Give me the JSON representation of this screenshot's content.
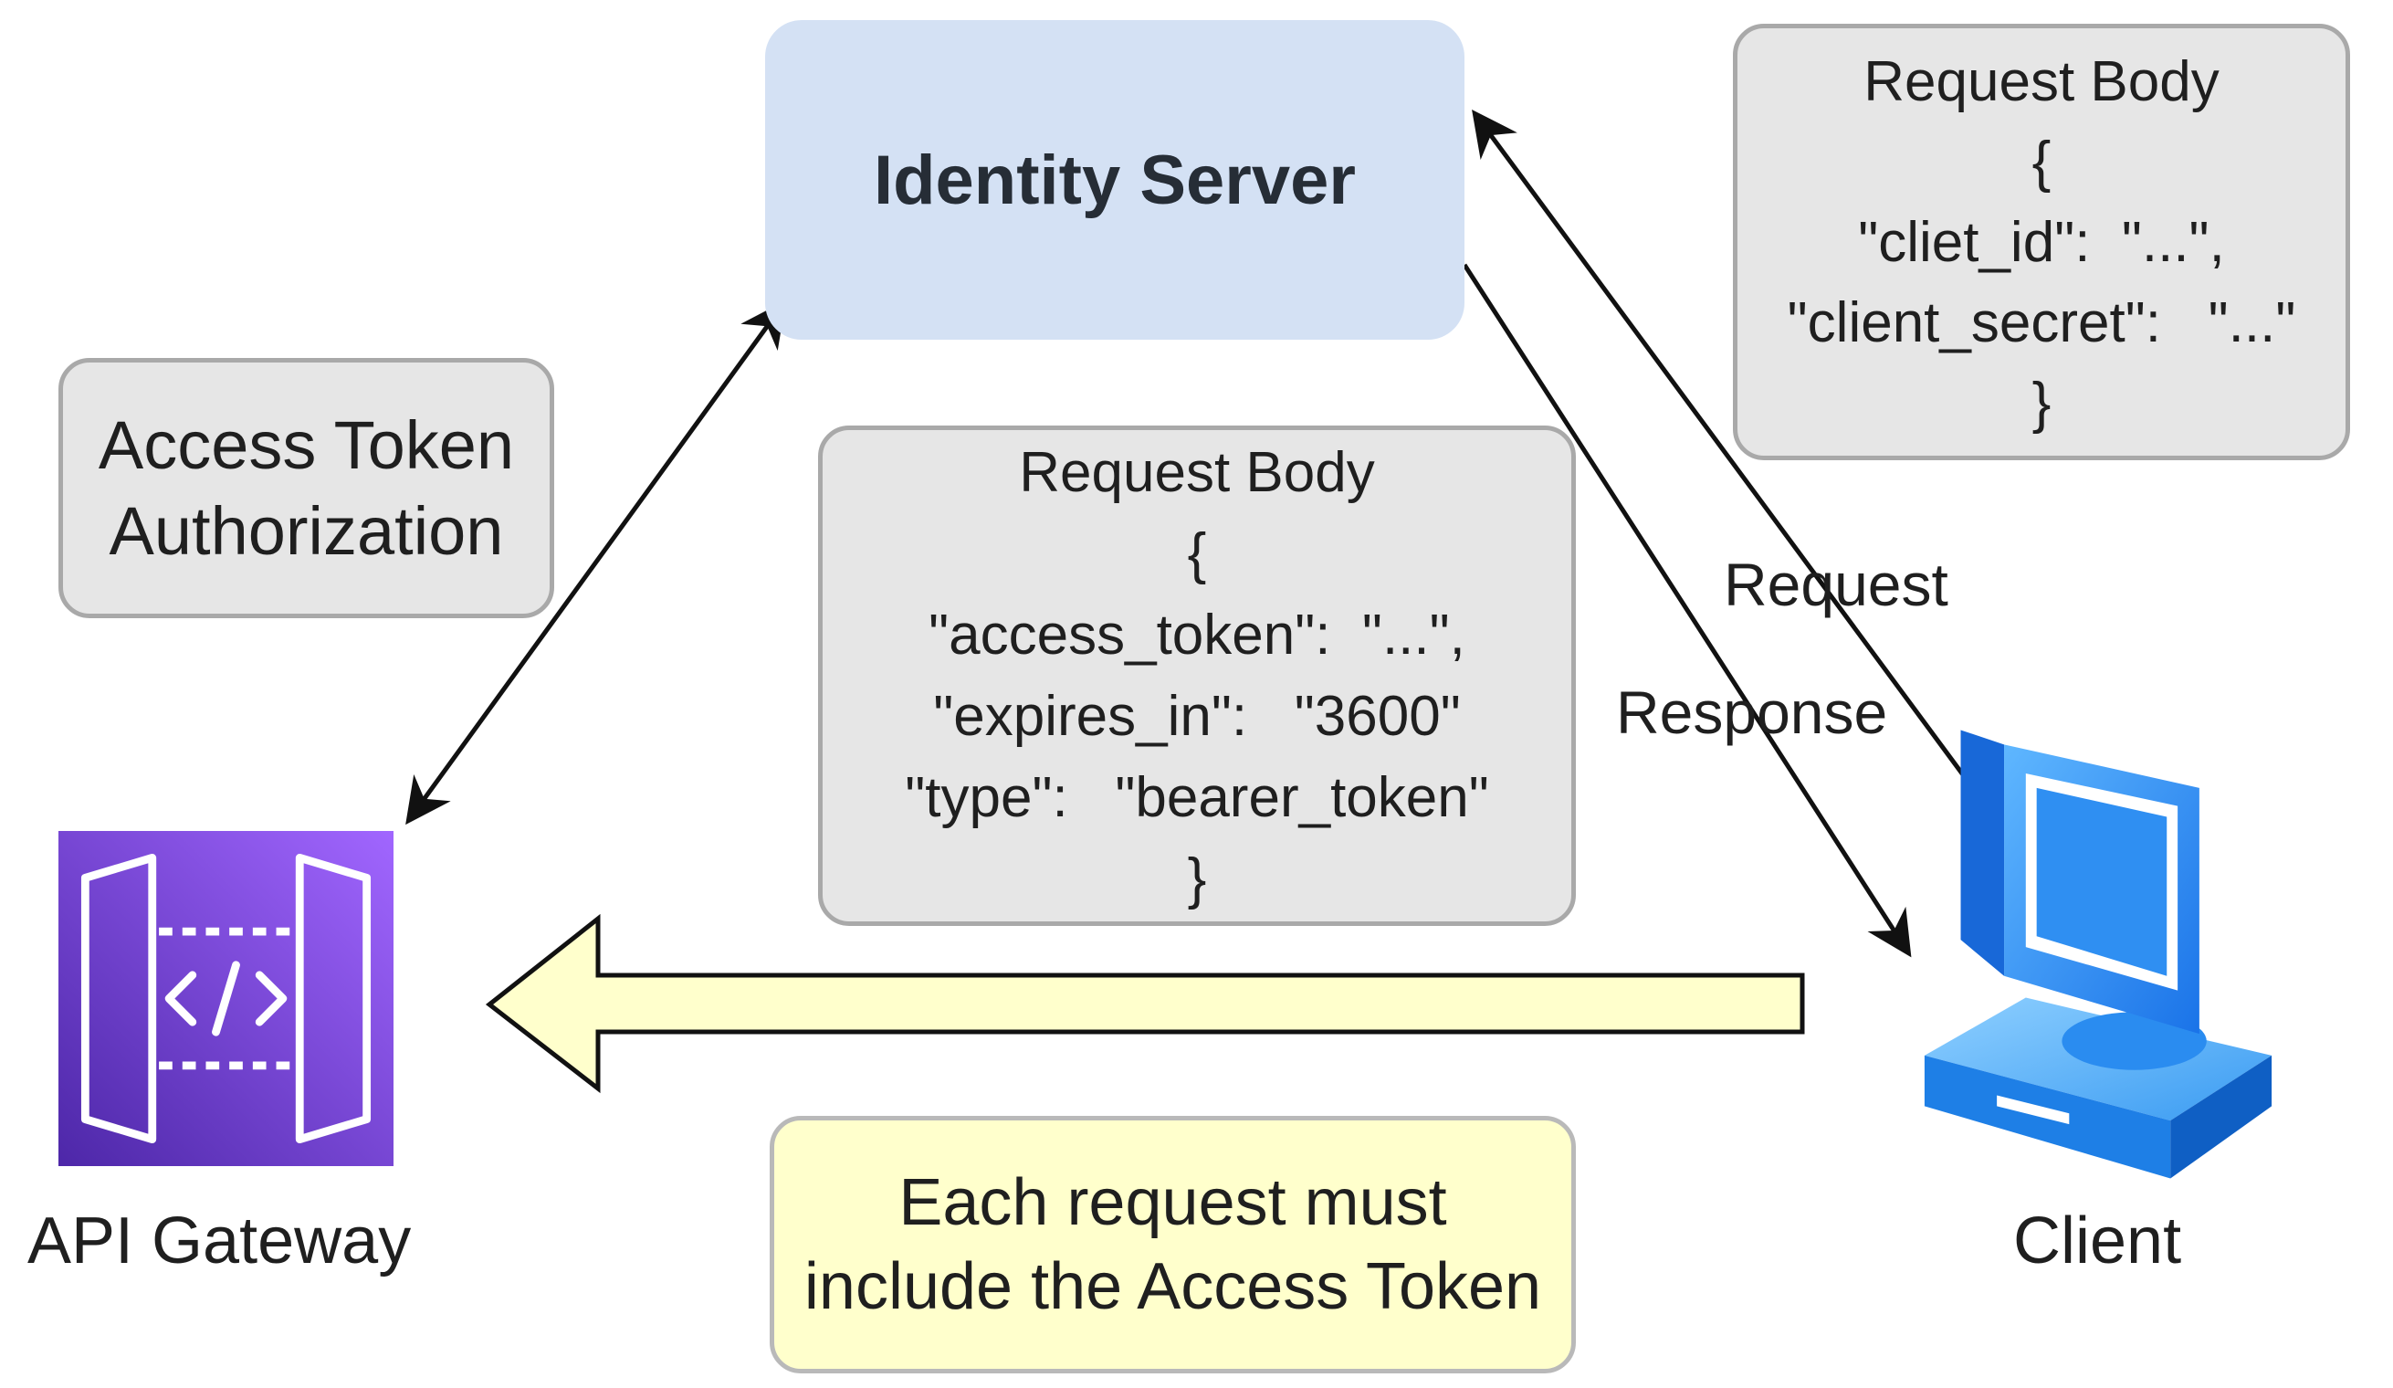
{
  "identity_server": {
    "title": "Identity Server"
  },
  "access_token_box": {
    "lines": [
      "Access Token",
      "Authorization"
    ]
  },
  "request_body_top": {
    "lines": [
      "Request Body",
      "{",
      "\"cliet_id\":  \"...\",",
      "\"client_secret\":   \"...\"",
      "}"
    ]
  },
  "request_body_mid": {
    "lines": [
      "Request Body",
      "{",
      "\"access_token\":  \"...\",",
      "\"expires_in\":   \"3600\"",
      "\"type\":   \"bearer_token\"",
      "}"
    ]
  },
  "note_box": {
    "lines": [
      "Each request must",
      "include the Access Token"
    ]
  },
  "labels": {
    "api_gateway": "API Gateway",
    "client": "Client",
    "request": "Request",
    "response": "Response"
  },
  "icons": {
    "api_gateway": "api-gateway-icon",
    "client": "desktop-computer-icon"
  },
  "colors": {
    "identity_server_fill": "#d4e1f4",
    "api_gateway_purple": "#7b3ddc",
    "client_blue": "#1e88f5",
    "note_fill": "#ffffcc",
    "box_gray": "#e6e6e6"
  }
}
